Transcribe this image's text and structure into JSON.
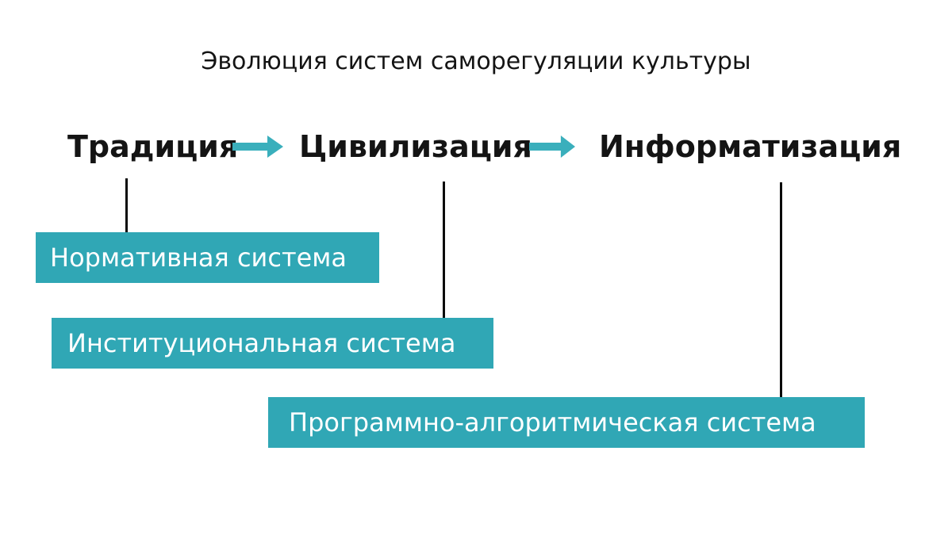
{
  "title": "Эволюция систем саморегуляции культуры",
  "stages": [
    {
      "label": "Традиция"
    },
    {
      "label": "Цивилизация"
    },
    {
      "label": "Информатизация"
    }
  ],
  "icons": {
    "arrow_1": "arrow-right-icon",
    "arrow_2": "arrow-right-icon"
  },
  "boxes": [
    {
      "label": "Нормативная система"
    },
    {
      "label": "Институциональная система"
    },
    {
      "label": "Программно-алгоритмическая система"
    }
  ],
  "colors": {
    "background": "#ffffff",
    "teal_box": "#30a7b5",
    "teal_arrow": "#3aafbc",
    "heading_text": "#141414",
    "box_text": "#ffffff",
    "connector_line": "#0a0a0a"
  }
}
